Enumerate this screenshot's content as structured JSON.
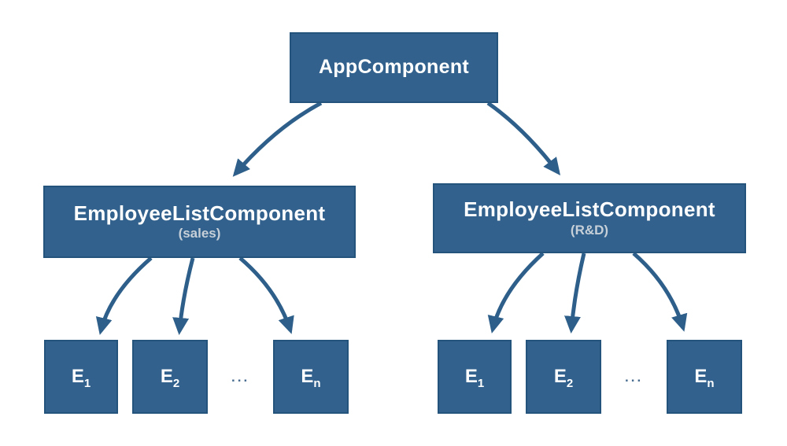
{
  "colors": {
    "node_fill": "#31618c",
    "node_border": "#24547c",
    "arrow": "#2d5f8a",
    "label_text": "#ffffff",
    "sublabel_text": "#c7d0d8",
    "background": "#ffffff"
  },
  "diagram": {
    "root": {
      "label": "AppComponent"
    },
    "branches": [
      {
        "label": "EmployeeListComponent",
        "sublabel": "(sales)",
        "ellipsis": "...",
        "children": [
          {
            "base": "E",
            "sub": "1"
          },
          {
            "base": "E",
            "sub": "2"
          },
          {
            "base": "E",
            "sub": "n"
          }
        ]
      },
      {
        "label": "EmployeeListComponent",
        "sublabel": "(R&D)",
        "ellipsis": "...",
        "children": [
          {
            "base": "E",
            "sub": "1"
          },
          {
            "base": "E",
            "sub": "2"
          },
          {
            "base": "E",
            "sub": "n"
          }
        ]
      }
    ]
  }
}
